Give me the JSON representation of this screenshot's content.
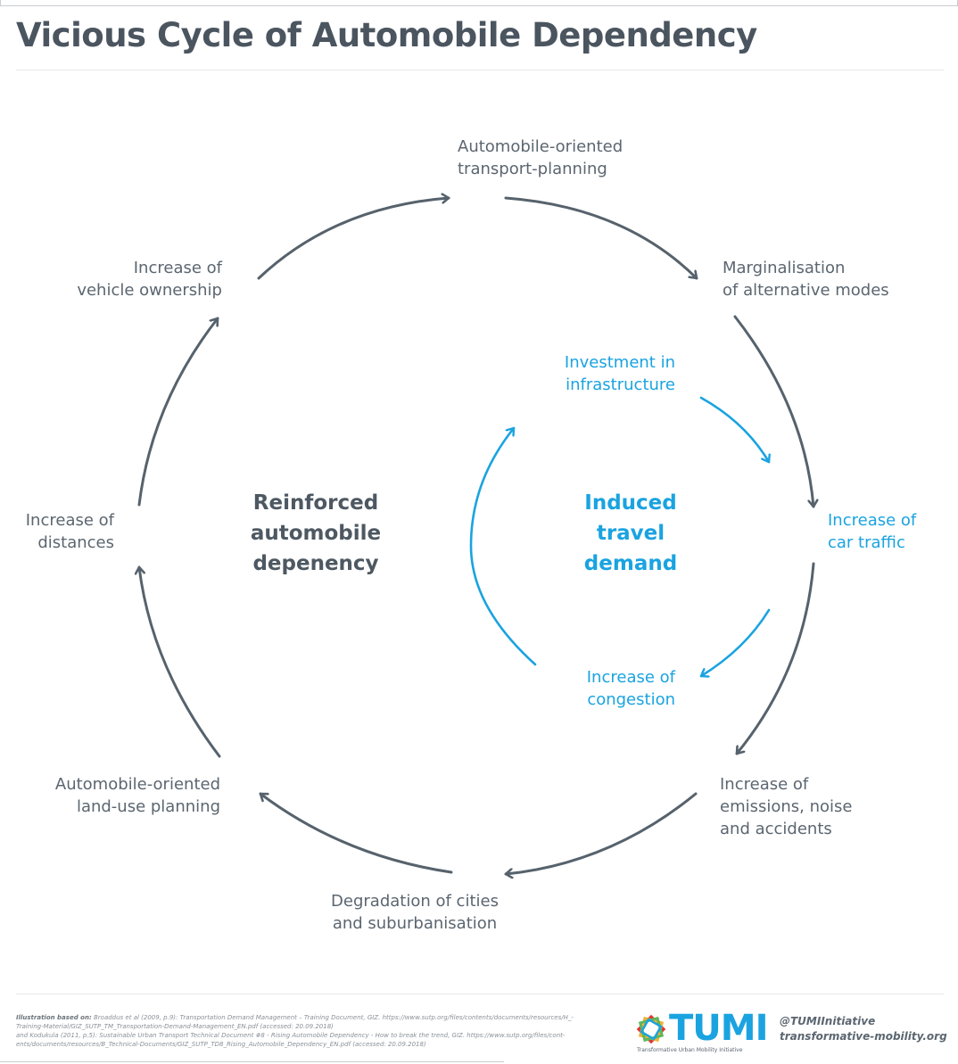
{
  "title": "Vicious Cycle of Automobile Dependency",
  "outer_cycle": {
    "n1": [
      "Automobile-oriented",
      "transport-planning"
    ],
    "n2": [
      "Marginalisation",
      "of alternative modes"
    ],
    "n3": [
      "Increase of",
      "car traffic"
    ],
    "n4": [
      "Increase of",
      "emissions, noise",
      "and accidents"
    ],
    "n5": [
      "Degradation of cities",
      "and suburbanisation"
    ],
    "n6": [
      "Automobile-oriented",
      "land-use planning"
    ],
    "n7": [
      "Increase of",
      "distances"
    ],
    "n8": [
      "Increase of",
      "vehicle ownership"
    ]
  },
  "inner_cycle": {
    "n1": [
      "Investment in",
      "infrastructure"
    ],
    "n2": [
      "Increase of",
      "congestion"
    ]
  },
  "center_labels": {
    "outer": [
      "Reinforced",
      "automobile",
      "depenency"
    ],
    "inner": [
      "Induced",
      "travel",
      "demand"
    ]
  },
  "colors": {
    "outer": "#56626c",
    "inner": "#1aa3e0",
    "title": "#4b5560"
  },
  "footer": {
    "label": "Illustration based on:",
    "line1": "Broaddus et al (2009, p.9): Transportation Demand Management – Training Document, GIZ. https://www.sutp.org/files/contents/documents/resources/H_-",
    "line2": "Training-Material/GIZ_SUTP_TM_Transportation-Demand-Management_EN.pdf (accessed: 20.09.2018)",
    "line3": "and Kodukula (2011, p.5): Sustainable Urban Transport Technical Document #8 - Rising Automobile Dependency - How to break the trend, GIZ. https://www.sutp.org/files/cont-",
    "line4": "ents/documents/resources/B_Technical-Documents/GIZ_SUTP_TD8_Rising_Automobile_Dependency_EN.pdf (accessed: 20.09.2018)"
  },
  "logo": {
    "word": "TUMI",
    "tagline": "Transformative Urban Mobility Initiative"
  },
  "social": {
    "handle": "@TUMIInitiative",
    "url": "transformative-mobility.org"
  }
}
